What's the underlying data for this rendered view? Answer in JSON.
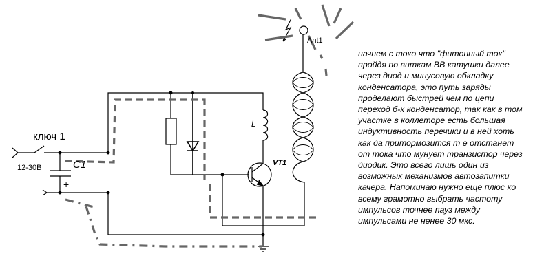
{
  "labels": {
    "switch": "ключ 1",
    "voltage": "12-30В",
    "capacitor": "C1",
    "plus": "+",
    "inductor": "L",
    "transistor": "VT1",
    "antenna": "Ant1"
  },
  "description_lines": [
    " начнем с токо что  \"фитонный ток\"",
    "пройдя по виткам ВВ катушки далее",
    "через диод и минусовую обкладку",
    "конденсатора, это путь заряды",
    "проделают быстрей чем по цепи",
    "переход б-к конденсатор, так как в том",
    "участке в коллеторе есть большая",
    "индуктивность перечики и в ней хоть",
    "как  да притормозится т е отстанет",
    "от тока что мунует транзистор через",
    "диодик. Это всего лишь один из",
    "возможных механизмов автозапитки",
    "качера. Напоминаю  нужно еще плюс ко",
    "всему грамотно выбрать частоту",
    "импульсов   точнее пауз между",
    "импульсами не ненее 30 мкс."
  ],
  "colors": {
    "wire": "#000000",
    "path": "#666666"
  }
}
